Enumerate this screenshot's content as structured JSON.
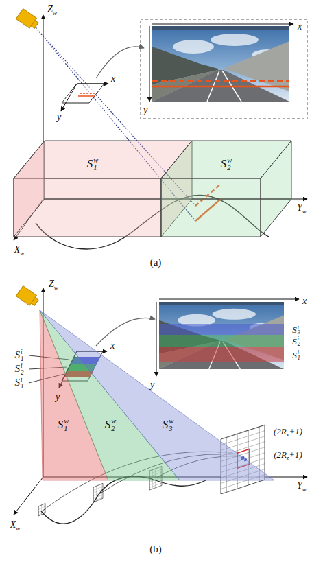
{
  "diagram": {
    "nodes": [
      {
        "text": [
          "S1w"
        ]
      },
      {
        "text": [
          "S2w"
        ]
      },
      {
        "text": [
          "S1w"
        ]
      },
      {
        "text": [
          "S2w"
        ]
      },
      {
        "text": [
          "S3w"
        ]
      }
    ],
    "labels": [
      "Zw",
      "x",
      "y",
      "x",
      "y",
      "Xw",
      "Yw",
      "(a)",
      "Zw",
      "S1i",
      "S2i",
      "S1i",
      "x",
      "y",
      "x",
      "y",
      "S3i",
      "S2i",
      "S1i",
      "(2Rx+1)",
      "(2Rz+1)",
      "Xw",
      "Yw",
      "(b)"
    ]
  }
}
